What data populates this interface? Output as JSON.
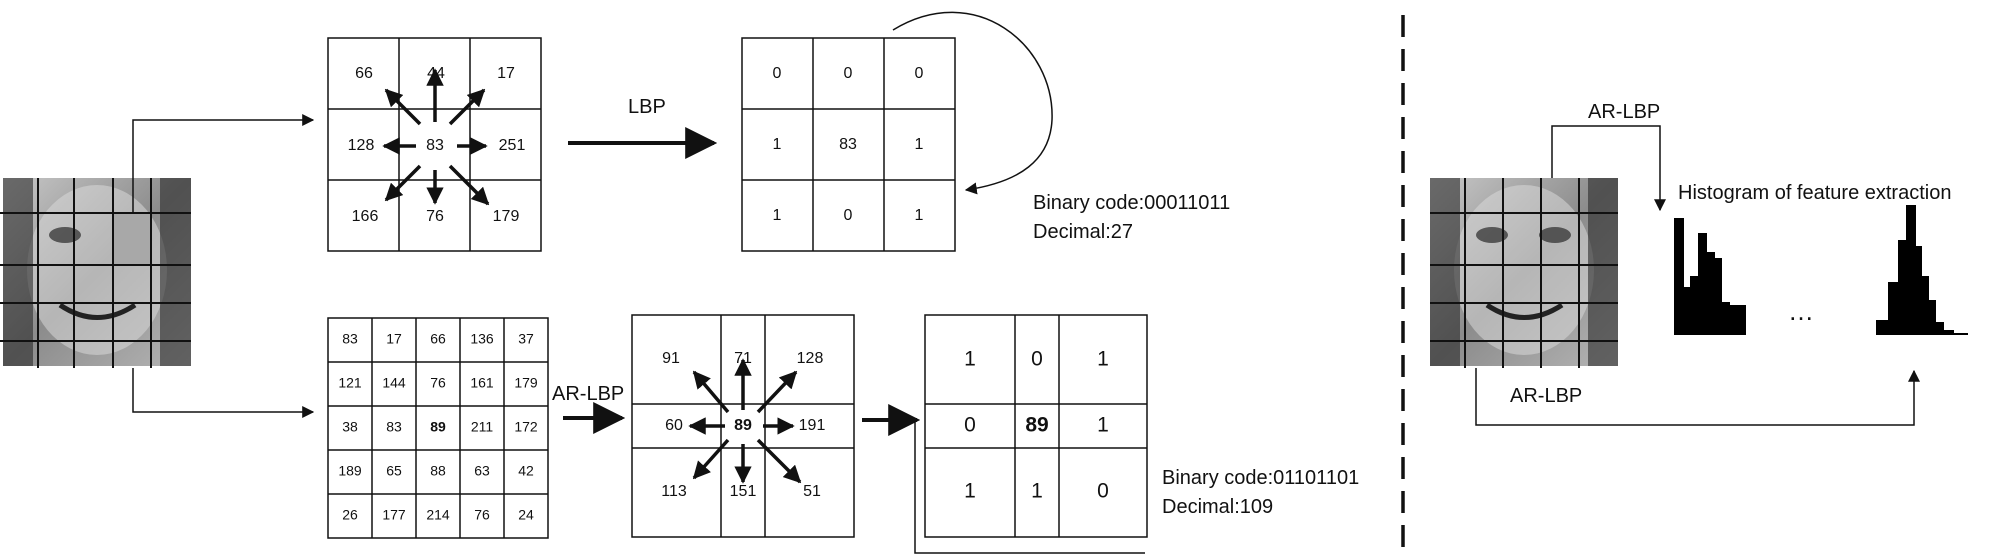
{
  "colors": {
    "ink": "#111111",
    "patch": "#a8a8a8"
  },
  "icons": {
    "face": "face-photo-icon",
    "arrow": "arrow-icon",
    "dashed_separator": "dashed-line"
  },
  "lbp": {
    "label": "LBP",
    "grid": [
      [
        "66",
        "44",
        "17"
      ],
      [
        "128",
        "83",
        "251"
      ],
      [
        "166",
        "76",
        "179"
      ]
    ],
    "binary": [
      [
        "0",
        "0",
        "0"
      ],
      [
        "1",
        "83",
        "1"
      ],
      [
        "1",
        "0",
        "1"
      ]
    ],
    "binary_code": "Binary code:00011011",
    "decimal": "Decimal:27"
  },
  "arlbp": {
    "label": "AR-LBP",
    "grid5": [
      [
        "83",
        "17",
        "66",
        "136",
        "37"
      ],
      [
        "121",
        "144",
        "76",
        "161",
        "179"
      ],
      [
        "38",
        "83",
        "89",
        "211",
        "172"
      ],
      [
        "189",
        "65",
        "88",
        "63",
        "42"
      ],
      [
        "26",
        "177",
        "214",
        "76",
        "24"
      ]
    ],
    "center_cell": "89",
    "grid3": [
      [
        "91",
        "71",
        "128"
      ],
      [
        "60",
        "89",
        "191"
      ],
      [
        "113",
        "151",
        "51"
      ]
    ],
    "binary": [
      [
        "1",
        "0",
        "1"
      ],
      [
        "0",
        "89",
        "1"
      ],
      [
        "1",
        "1",
        "0"
      ]
    ],
    "binary_code": "Binary code:01101101",
    "decimal": "Decimal:109"
  },
  "right_panel": {
    "label_top": "AR-LBP",
    "label_bottom": "AR-LBP",
    "histogram_title": "Histogram of feature extraction",
    "ellipsis": "…"
  }
}
